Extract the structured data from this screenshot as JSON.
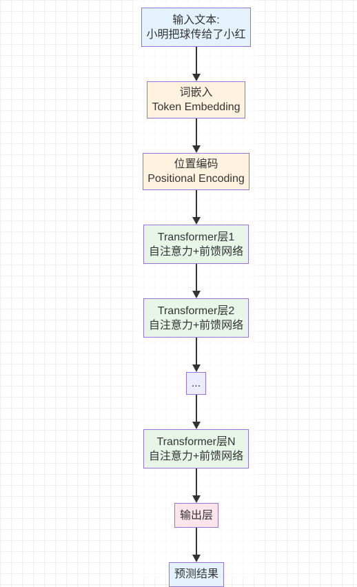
{
  "nodes": [
    {
      "id": "input-text",
      "lines": [
        "输入文本:",
        "小明把球传给了小红"
      ],
      "fill": "#e3f2fd"
    },
    {
      "id": "token-embedding",
      "lines": [
        "词嵌入",
        "Token Embedding"
      ],
      "fill": "#fff3e0"
    },
    {
      "id": "positional-encoding",
      "lines": [
        "位置编码",
        "Positional Encoding"
      ],
      "fill": "#fff3e0"
    },
    {
      "id": "transformer-layer-1",
      "lines": [
        "Transformer层1",
        "自注意力+前馈网络"
      ],
      "fill": "#e8f5e9"
    },
    {
      "id": "transformer-layer-2",
      "lines": [
        "Transformer层2",
        "自注意力+前馈网络"
      ],
      "fill": "#e8f5e9"
    },
    {
      "id": "ellipsis",
      "lines": [
        "..."
      ],
      "fill": "#ececff"
    },
    {
      "id": "transformer-layer-n",
      "lines": [
        "Transformer层N",
        "自注意力+前馈网络"
      ],
      "fill": "#e8f5e9"
    },
    {
      "id": "output-layer",
      "lines": [
        "输出层"
      ],
      "fill": "#fce4ec"
    },
    {
      "id": "prediction-result",
      "lines": [
        "预测结果"
      ],
      "fill": "#e3f2fd"
    }
  ],
  "colors": {
    "border": "#9370db",
    "edge": "#333333",
    "text": "#333333"
  }
}
